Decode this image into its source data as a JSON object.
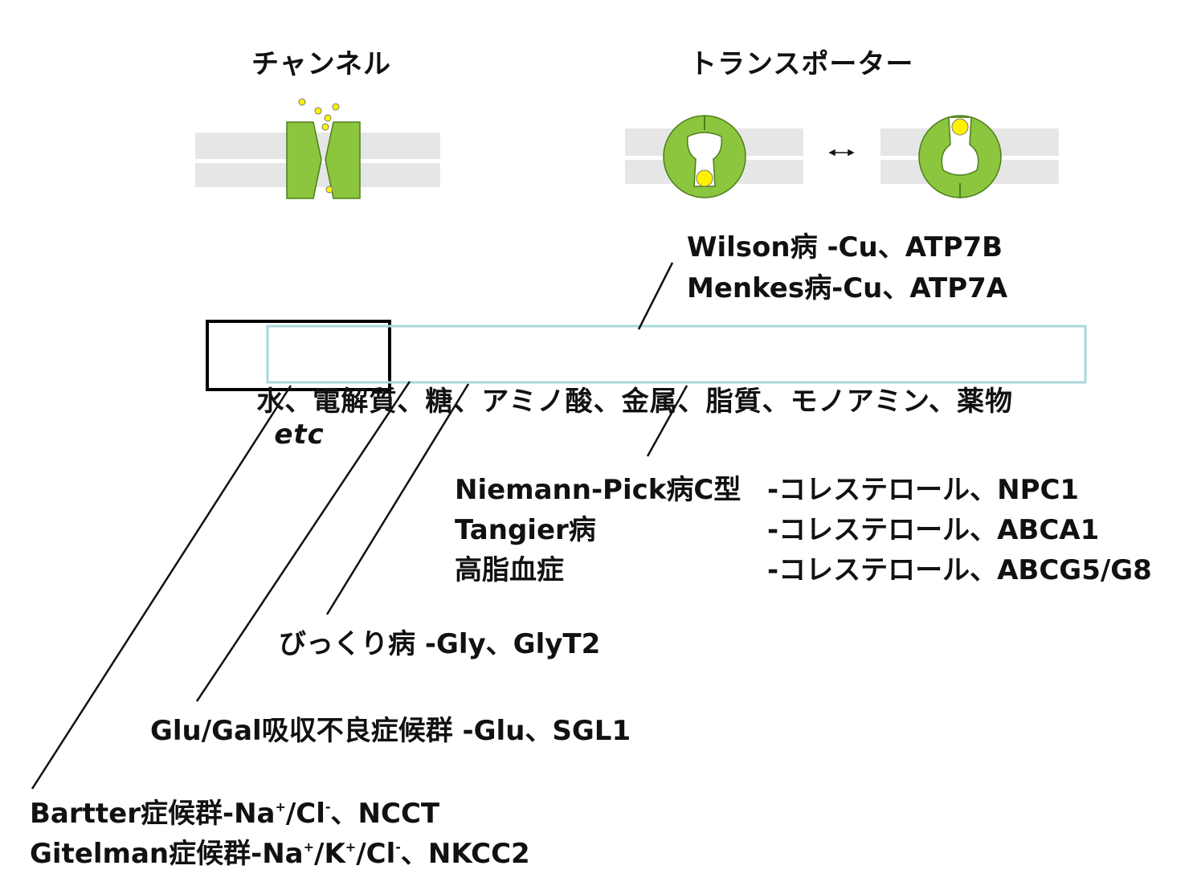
{
  "headings": {
    "channel": "チャンネル",
    "transporter": "トランスポーター"
  },
  "categories": "水、電解質、糖、アミノ酸、金属、脂質、モノアミン、薬物",
  "categories_etc": "etc",
  "diseases": {
    "wilson": "Wilson病 -Cu、ATP7B",
    "menkes": "Menkes病-Cu、ATP7A",
    "niemann_name": "Niemann-Pick病C型",
    "niemann_detail": "-コレステロール、NPC1",
    "tangier_name": "Tangier病",
    "tangier_detail": "-コレステロール、ABCA1",
    "hyperlip_name": "高脂血症",
    "hyperlip_detail": "-コレステロール、ABCG5/G8",
    "bikkuri": "びっくり病 -Gly、GlyT2",
    "glugal": "Glu/Gal吸収不良症候群 -Glu、SGL1",
    "bartter_name": "Bartter症候群-Na",
    "bartter_mid": "/Cl",
    "bartter_end": "、NCCT",
    "gitelman_name": "Gitelman症候群-Na",
    "gitelman_k": "/K",
    "gitelman_cl": "/Cl",
    "gitelman_end": "、NKCC2"
  },
  "superscripts": {
    "plus": "+",
    "minus": "-"
  },
  "colors": {
    "membrane": "#e6e6e6",
    "protein": "#8cc63f",
    "protein_dark": "#4f7d1a",
    "ion": "#fff200",
    "box_black": "#000000",
    "box_cyan": "#a9d8dc"
  }
}
